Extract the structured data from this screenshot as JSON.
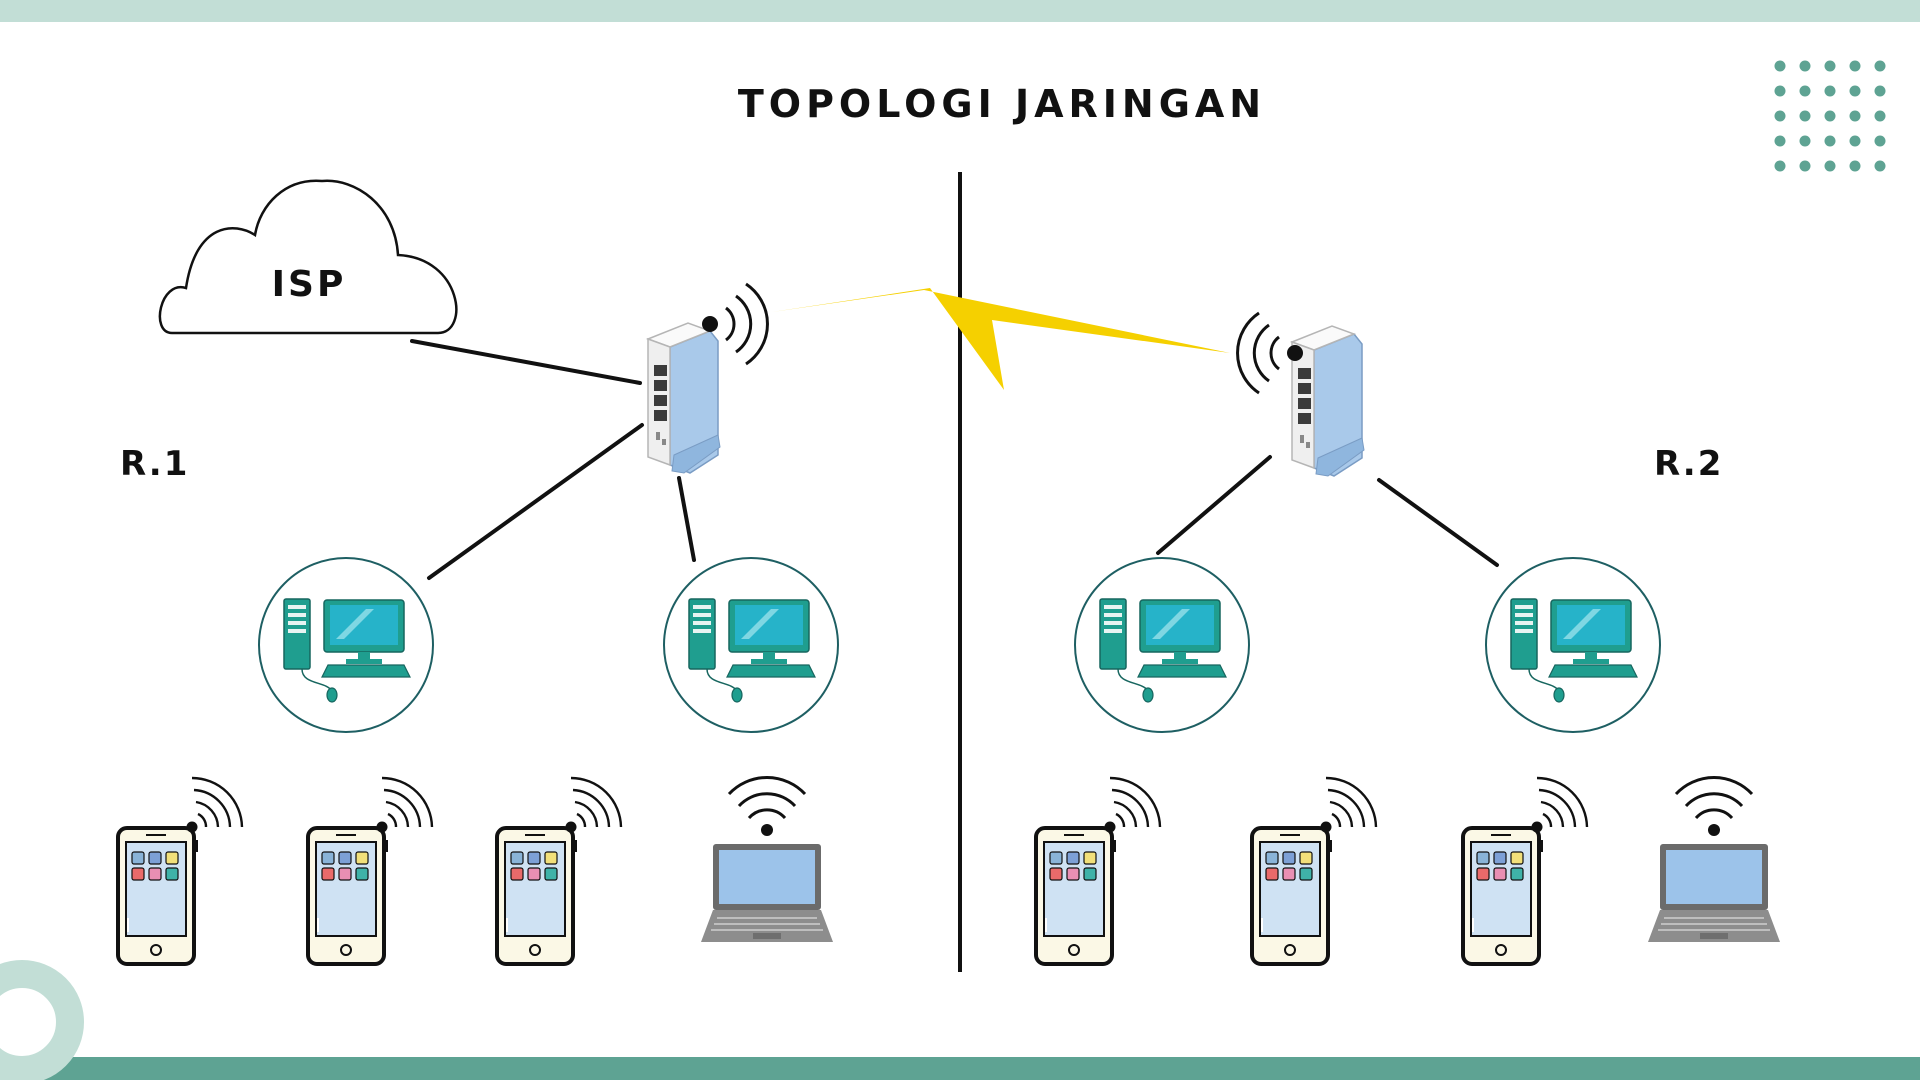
{
  "title": "TOPOLOGI JARINGAN",
  "cloud_label": "ISP",
  "routers": [
    {
      "label": "R.1"
    },
    {
      "label": "R.2"
    }
  ],
  "colors": {
    "top_band": "#c2ded6",
    "bottom_band": "#5ea393",
    "dots": "#5ea393",
    "wireless_link": "#f5d000",
    "computer": "#1f9e8f",
    "router_body": "#f3f3f3",
    "router_stand": "#a9c9ea"
  },
  "icons": [
    "cloud-icon",
    "router-icon",
    "desktop-computer-icon",
    "smartphone-icon",
    "laptop-icon",
    "wifi-signal-icon",
    "lightning-link-icon"
  ]
}
